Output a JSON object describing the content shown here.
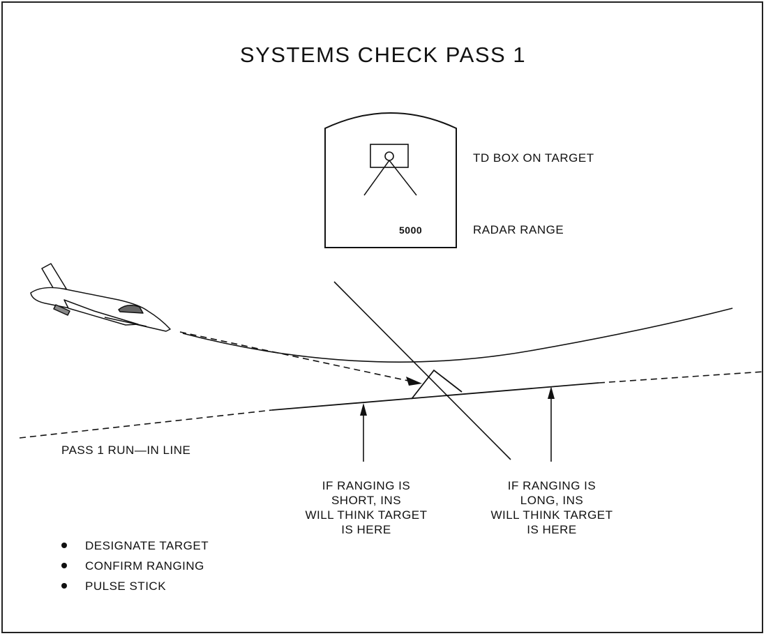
{
  "title": "SYSTEMS CHECK PASS 1",
  "radar_display": {
    "range_value": "5000",
    "td_box_label": "TD BOX ON TARGET",
    "radar_range_label": "RADAR RANGE"
  },
  "run_in_line_label": "PASS 1 RUN—IN LINE",
  "callouts": {
    "short": [
      "IF RANGING IS",
      "SHORT, INS",
      "WILL THINK TARGET",
      "IS HERE"
    ],
    "long": [
      "IF RANGING IS",
      "LONG, INS",
      "WILL THINK TARGET",
      "IS HERE"
    ]
  },
  "checklist": [
    {
      "label": "DESIGNATE TARGET"
    },
    {
      "label": "CONFIRM RANGING"
    },
    {
      "label": "PULSE STICK"
    }
  ],
  "icons": {
    "aircraft": "jet-aircraft-icon",
    "target": "target-icon",
    "bullet": "bullet-dot-icon"
  },
  "colors": {
    "ink": "#111111",
    "background": "#ffffff"
  }
}
